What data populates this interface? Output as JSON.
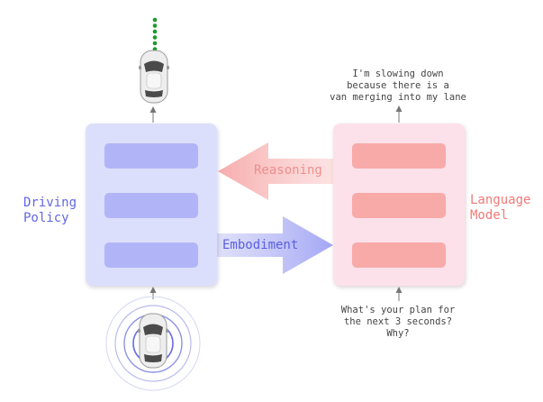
{
  "driving_policy": {
    "label_line1": "Driving",
    "label_line2": "Policy"
  },
  "language_model": {
    "label_line1": "Language",
    "label_line2": "Model"
  },
  "arrows": {
    "reasoning": "Reasoning",
    "embodiment": "Embodiment"
  },
  "captions": {
    "top": [
      "I'm slowing down",
      "because there is a",
      "van merging into my lane"
    ],
    "bottom": [
      "What's your plan for",
      "the next 3 seconds?",
      "Why?"
    ]
  },
  "colors": {
    "policy_fill": "#dcdffb",
    "policy_slot": "#b1b5f7",
    "lm_fill": "#fde1ea",
    "lm_slot": "#f8aaa9",
    "reasoning_arrow": "#f9b8b8",
    "embodiment_arrow": "#b8bbf7",
    "trajectory_dots": "#1a9a2a"
  },
  "icons": {
    "top_car": "car-icon",
    "bottom_car": "car-sensing-icon",
    "trajectory": "trajectory-dots-icon"
  }
}
